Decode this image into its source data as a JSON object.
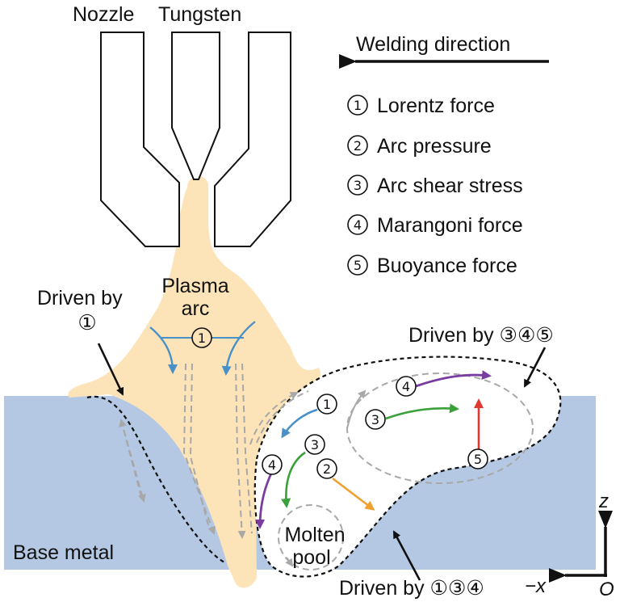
{
  "labels": {
    "nozzle": "Nozzle",
    "tungsten": "Tungsten",
    "welding_direction": "Welding direction",
    "plasma_arc_line1": "Plasma",
    "plasma_arc_line2": "arc",
    "driven_by_left_line1": "Driven by",
    "driven_by_left_line2": "①",
    "driven_by_right": "Driven by ③④⑤",
    "driven_by_bottom": "Driven by ①③④",
    "base_metal": "Base metal",
    "molten_line1": "Molten",
    "molten_line2": "pool",
    "axis_z": "z",
    "axis_x": "−x",
    "axis_origin": "O"
  },
  "legend": [
    {
      "num": "①",
      "text": "Lorentz force"
    },
    {
      "num": "②",
      "text": "Arc pressure"
    },
    {
      "num": "③",
      "text": "Arc shear stress"
    },
    {
      "num": "④",
      "text": "Marangoni force"
    },
    {
      "num": "⑤",
      "text": "Buoyance force"
    }
  ],
  "markers": {
    "arc_lorentz": "①",
    "pool_lorentz": "①",
    "pool_shear_left": "③",
    "pool_marangoni_left": "④",
    "pool_pressure": "②",
    "pool_marangoni_top": "④",
    "pool_shear_right": "③",
    "pool_buoyancy": "⑤"
  },
  "colors": {
    "base_metal": "#b4c8e4",
    "plasma": "#fce4b8",
    "lorentz": "#4a90c8",
    "shear": "#3aa13a",
    "marangoni": "#7a3ca0",
    "pressure": "#f0a030",
    "buoyancy": "#e03a30",
    "flow_dashed": "#a8a8a8"
  }
}
